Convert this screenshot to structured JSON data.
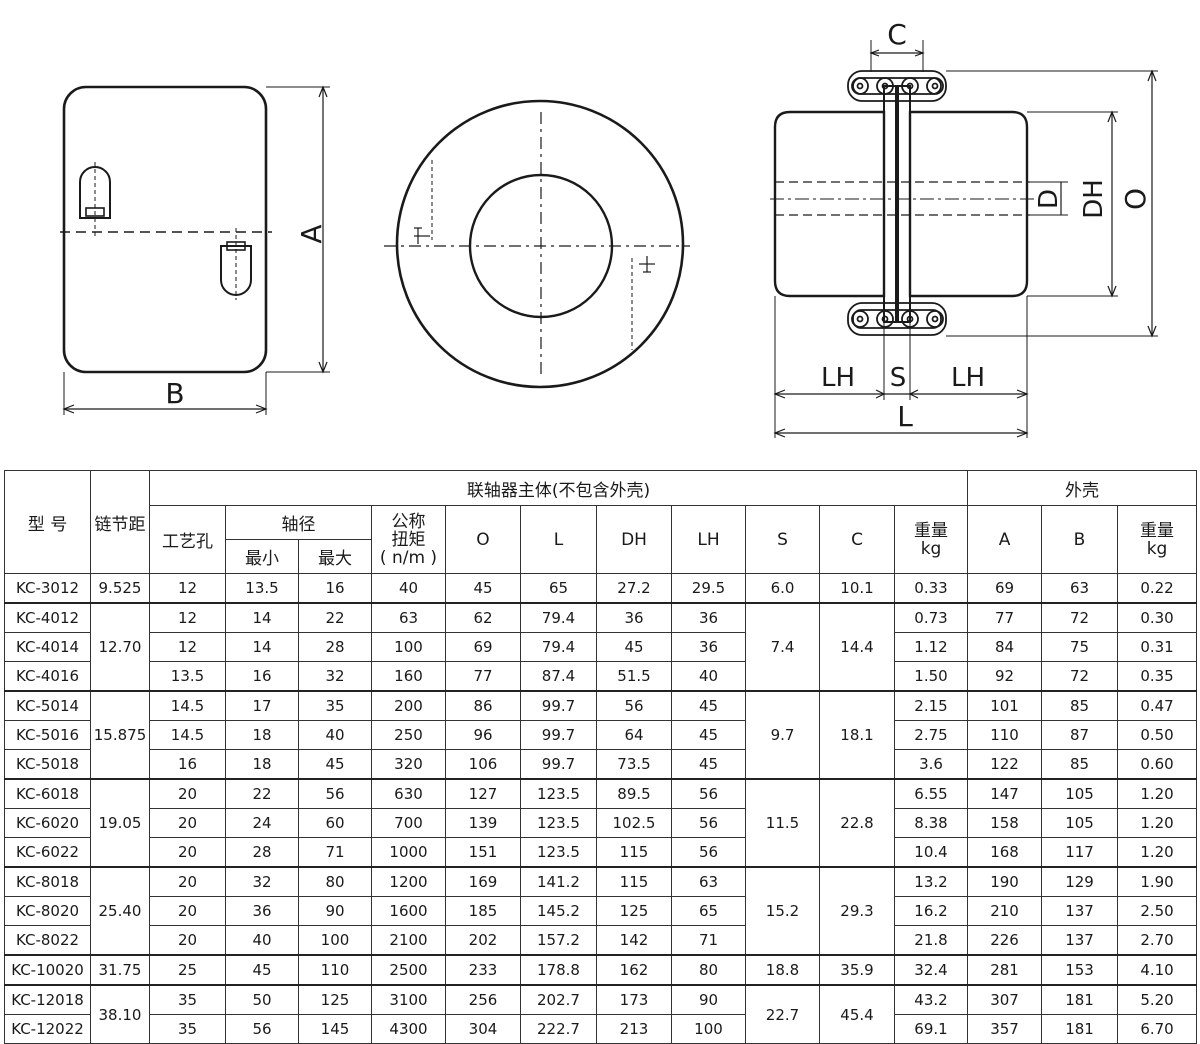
{
  "drawing_labels": {
    "b": "B",
    "a": "A",
    "c": "C",
    "dh": "DH",
    "d": "D",
    "o": "O",
    "lh": "LH",
    "s": "S",
    "l": "L"
  },
  "table": {
    "headers": {
      "model": "型 号",
      "pitch": "链节距",
      "main_body": "联轴器主体(不包含外壳)",
      "housing": "外壳",
      "process_hole": "工艺孔",
      "shaft_dia": "轴径",
      "min": "最小",
      "max": "最大",
      "torque_l1": "公称",
      "torque_l2": "扭矩",
      "torque_l3": "( n/m )",
      "o": "O",
      "l": "L",
      "dh": "DH",
      "lh": "LH",
      "s": "S",
      "c": "C",
      "weight": "重量",
      "kg": "kg",
      "a": "A",
      "b": "B",
      "weight2": "重量",
      "kg2": "kg"
    },
    "groups": [
      {
        "pitch": "9.525",
        "s": "6.0",
        "c": "10.1",
        "rows": [
          {
            "model": "KC-3012",
            "hole": "12",
            "min": "13.5",
            "max": "16",
            "torque": "40",
            "o": "45",
            "l": "65",
            "dh": "27.2",
            "lh": "29.5",
            "w": "0.33",
            "a": "69",
            "b": "63",
            "w2": "0.22"
          }
        ]
      },
      {
        "pitch": "12.70",
        "s": "7.4",
        "c": "14.4",
        "rows": [
          {
            "model": "KC-4012",
            "hole": "12",
            "min": "14",
            "max": "22",
            "torque": "63",
            "o": "62",
            "l": "79.4",
            "dh": "36",
            "lh": "36",
            "w": "0.73",
            "a": "77",
            "b": "72",
            "w2": "0.30"
          },
          {
            "model": "KC-4014",
            "hole": "12",
            "min": "14",
            "max": "28",
            "torque": "100",
            "o": "69",
            "l": "79.4",
            "dh": "45",
            "lh": "36",
            "w": "1.12",
            "a": "84",
            "b": "75",
            "w2": "0.31"
          },
          {
            "model": "KC-4016",
            "hole": "13.5",
            "min": "16",
            "max": "32",
            "torque": "160",
            "o": "77",
            "l": "87.4",
            "dh": "51.5",
            "lh": "40",
            "w": "1.50",
            "a": "92",
            "b": "72",
            "w2": "0.35"
          }
        ]
      },
      {
        "pitch": "15.875",
        "s": "9.7",
        "c": "18.1",
        "rows": [
          {
            "model": "KC-5014",
            "hole": "14.5",
            "min": "17",
            "max": "35",
            "torque": "200",
            "o": "86",
            "l": "99.7",
            "dh": "56",
            "lh": "45",
            "w": "2.15",
            "a": "101",
            "b": "85",
            "w2": "0.47"
          },
          {
            "model": "KC-5016",
            "hole": "14.5",
            "min": "18",
            "max": "40",
            "torque": "250",
            "o": "96",
            "l": "99.7",
            "dh": "64",
            "lh": "45",
            "w": "2.75",
            "a": "110",
            "b": "87",
            "w2": "0.50"
          },
          {
            "model": "KC-5018",
            "hole": "16",
            "min": "18",
            "max": "45",
            "torque": "320",
            "o": "106",
            "l": "99.7",
            "dh": "73.5",
            "lh": "45",
            "w": "3.6",
            "a": "122",
            "b": "85",
            "w2": "0.60"
          }
        ]
      },
      {
        "pitch": "19.05",
        "s": "11.5",
        "c": "22.8",
        "rows": [
          {
            "model": "KC-6018",
            "hole": "20",
            "min": "22",
            "max": "56",
            "torque": "630",
            "o": "127",
            "l": "123.5",
            "dh": "89.5",
            "lh": "56",
            "w": "6.55",
            "a": "147",
            "b": "105",
            "w2": "1.20"
          },
          {
            "model": "KC-6020",
            "hole": "20",
            "min": "24",
            "max": "60",
            "torque": "700",
            "o": "139",
            "l": "123.5",
            "dh": "102.5",
            "lh": "56",
            "w": "8.38",
            "a": "158",
            "b": "105",
            "w2": "1.20"
          },
          {
            "model": "KC-6022",
            "hole": "20",
            "min": "28",
            "max": "71",
            "torque": "1000",
            "o": "151",
            "l": "123.5",
            "dh": "115",
            "lh": "56",
            "w": "10.4",
            "a": "168",
            "b": "117",
            "w2": "1.20"
          }
        ]
      },
      {
        "pitch": "25.40",
        "s": "15.2",
        "c": "29.3",
        "rows": [
          {
            "model": "KC-8018",
            "hole": "20",
            "min": "32",
            "max": "80",
            "torque": "1200",
            "o": "169",
            "l": "141.2",
            "dh": "115",
            "lh": "63",
            "w": "13.2",
            "a": "190",
            "b": "129",
            "w2": "1.90"
          },
          {
            "model": "KC-8020",
            "hole": "20",
            "min": "36",
            "max": "90",
            "torque": "1600",
            "o": "185",
            "l": "145.2",
            "dh": "125",
            "lh": "65",
            "w": "16.2",
            "a": "210",
            "b": "137",
            "w2": "2.50"
          },
          {
            "model": "KC-8022",
            "hole": "20",
            "min": "40",
            "max": "100",
            "torque": "2100",
            "o": "202",
            "l": "157.2",
            "dh": "142",
            "lh": "71",
            "w": "21.8",
            "a": "226",
            "b": "137",
            "w2": "2.70"
          }
        ]
      },
      {
        "pitch": "31.75",
        "s": "18.8",
        "c": "35.9",
        "rows": [
          {
            "model": "KC-10020",
            "hole": "25",
            "min": "45",
            "max": "110",
            "torque": "2500",
            "o": "233",
            "l": "178.8",
            "dh": "162",
            "lh": "80",
            "w": "32.4",
            "a": "281",
            "b": "153",
            "w2": "4.10"
          }
        ]
      },
      {
        "pitch": "38.10",
        "s": "22.7",
        "c": "45.4",
        "rows": [
          {
            "model": "KC-12018",
            "hole": "35",
            "min": "50",
            "max": "125",
            "torque": "3100",
            "o": "256",
            "l": "202.7",
            "dh": "173",
            "lh": "90",
            "w": "43.2",
            "a": "307",
            "b": "181",
            "w2": "5.20"
          },
          {
            "model": "KC-12022",
            "hole": "35",
            "min": "56",
            "max": "145",
            "torque": "4300",
            "o": "304",
            "l": "222.7",
            "dh": "213",
            "lh": "100",
            "w": "69.1",
            "a": "357",
            "b": "181",
            "w2": "6.70"
          }
        ]
      }
    ]
  }
}
